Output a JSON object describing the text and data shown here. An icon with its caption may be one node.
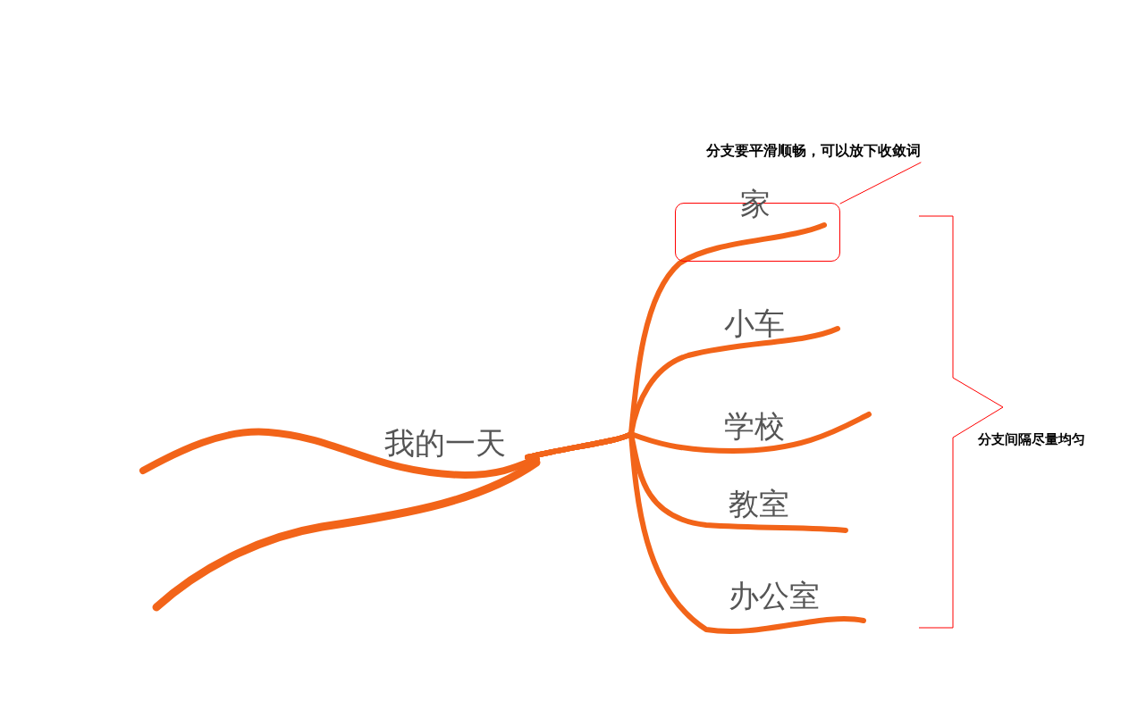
{
  "diagram": {
    "nodes": [
      {
        "text": [
          "我的一天"
        ]
      },
      {
        "text": [
          "家"
        ]
      },
      {
        "text": [
          "小车"
        ]
      },
      {
        "text": [
          "学校"
        ]
      },
      {
        "text": [
          "教室"
        ]
      },
      {
        "text": [
          "办公室"
        ]
      },
      {
        "text": [
          "分支要平滑顺畅，可以放下收敛词"
        ]
      }
    ],
    "edges": [
      {
        "from": 0,
        "to": 1,
        "arrow": "none"
      },
      {
        "from": 0,
        "to": 2,
        "arrow": "none"
      },
      {
        "from": 0,
        "to": 3,
        "arrow": "none"
      },
      {
        "from": 0,
        "to": 4,
        "arrow": "none"
      },
      {
        "from": 0,
        "to": 5,
        "arrow": "none"
      },
      {
        "from": 6,
        "to": 1,
        "arrow": "none",
        "color": "#ff0000"
      }
    ],
    "labels": [
      "分支间隔尽量均匀"
    ]
  }
}
